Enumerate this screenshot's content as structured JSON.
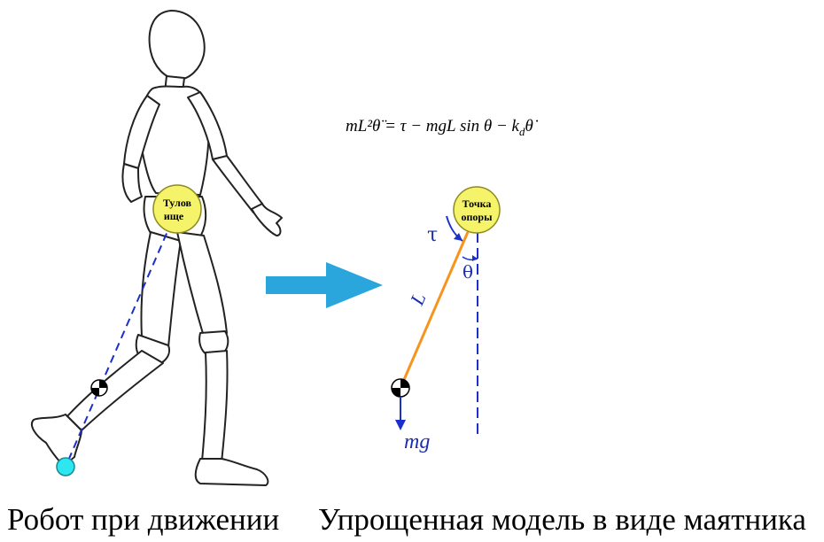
{
  "equation": "mL²θ̈ = τ − mgL sin θ − k",
  "equation_sub": "d",
  "equation_tail": "θ̇",
  "nodes": {
    "torso_line1": "Тулов",
    "torso_line2": "ище",
    "pivot_line1": "Точка",
    "pivot_line2": "опоры"
  },
  "pendulum_labels": {
    "tau": "τ",
    "theta": "θ",
    "length": "L",
    "weight": "mg"
  },
  "captions": {
    "left": "Робот при движении",
    "right": "Упрощенная модель в виде маятника"
  },
  "colors": {
    "node_fill": "#f5f36a",
    "node_stroke": "#8c8a22",
    "foot_fill": "#2ee6f0",
    "dash_blue": "#1a2fcc",
    "rod_orange": "#f7941d",
    "arrow_blue": "#2aa6dc",
    "figure_stroke": "#222222"
  }
}
